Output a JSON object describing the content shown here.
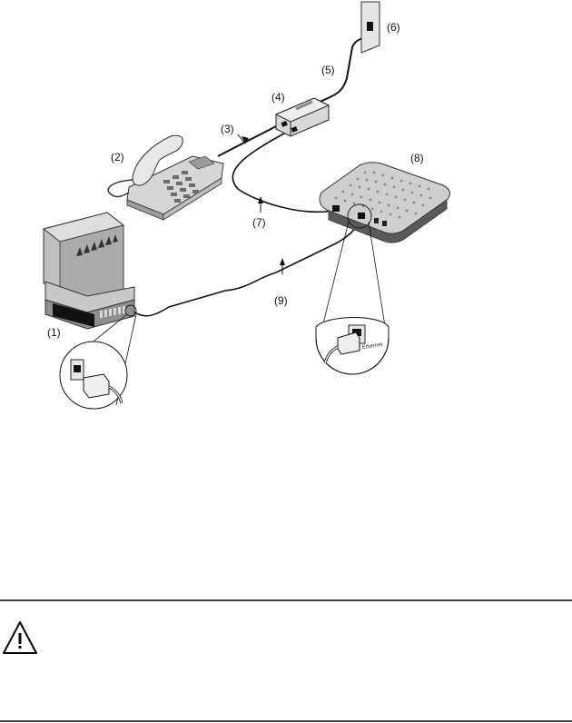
{
  "labels": {
    "computer": "(1)",
    "telephone": "(2)",
    "phone_cable": "(3)",
    "splitter": "(4)",
    "line_cable": "(5)",
    "wall_jack": "(6)",
    "adsl_cable": "(7)",
    "modem": "(8)",
    "ethernet_cable": "(9)"
  },
  "port_label": "Ethernet",
  "colors": {
    "ink": "#111111",
    "light_gray": "#d4d4d4",
    "mid_gray": "#a8a8a8",
    "dark_gray": "#555555",
    "divider": "#000000"
  },
  "icons": {
    "caution": "warning-triangle-icon"
  }
}
